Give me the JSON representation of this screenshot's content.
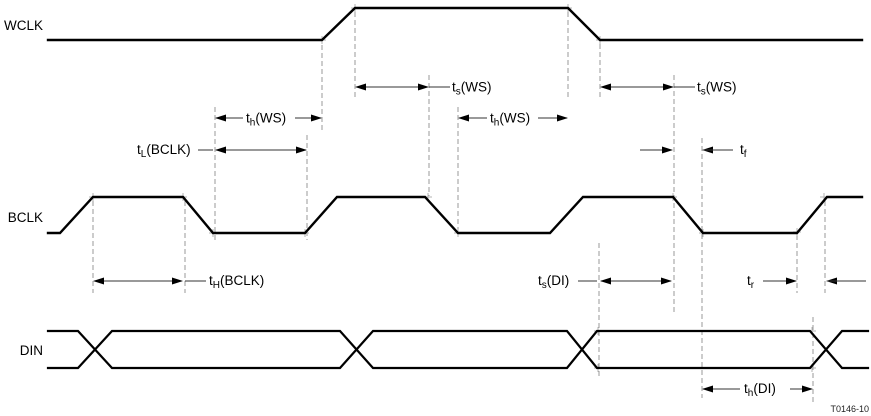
{
  "figure": {
    "id": "T0146-10"
  },
  "signals": {
    "wclk": {
      "label": "WCLK"
    },
    "bclk": {
      "label": "BCLK"
    },
    "din": {
      "label": "DIN"
    }
  },
  "timing_labels": {
    "ts_ws": {
      "base": "t",
      "sub": "s",
      "arg": "(WS)"
    },
    "th_ws": {
      "base": "t",
      "sub": "h",
      "arg": "(WS)"
    },
    "tl_bclk": {
      "base": "t",
      "sub": "L",
      "arg": "(BCLK)"
    },
    "th_bclk": {
      "base": "t",
      "sub": "H",
      "arg": "(BCLK)"
    },
    "ts_di": {
      "base": "t",
      "sub": "s",
      "arg": "(DI)"
    },
    "th_di": {
      "base": "t",
      "sub": "h",
      "arg": "(DI)"
    },
    "tf": {
      "base": "t",
      "sub": "f",
      "arg": ""
    },
    "tr": {
      "base": "t",
      "sub": "r",
      "arg": ""
    }
  },
  "colors": {
    "waveform": "#000000",
    "dashed_guide": "#999999",
    "tick_mark": "#b3b3b3",
    "text": "#000000",
    "background": "#ffffff"
  }
}
